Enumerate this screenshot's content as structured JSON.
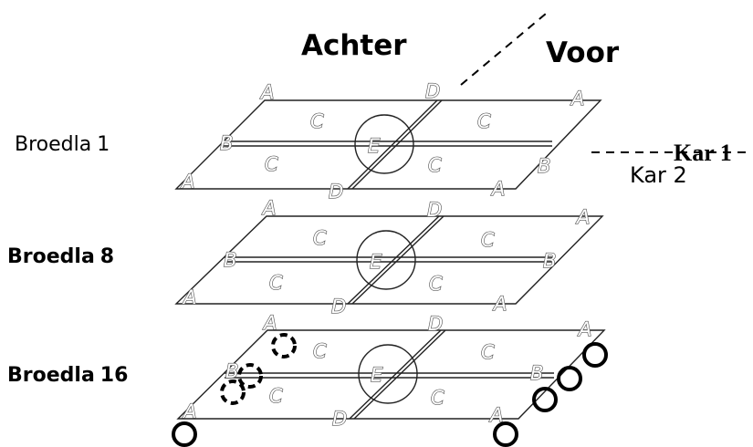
{
  "headers": {
    "back": "Achter",
    "front": "Voor"
  },
  "layers": [
    {
      "name": "Broedla",
      "num": "1"
    },
    {
      "name": "Broedla",
      "num": "8"
    },
    {
      "name": "Broedla",
      "num": "16"
    }
  ],
  "carts": {
    "top": "Kar 1",
    "bottom": "Kar 2"
  },
  "points": {
    "a": "A",
    "b": "B",
    "c": "C",
    "d": "D",
    "e": "E"
  }
}
